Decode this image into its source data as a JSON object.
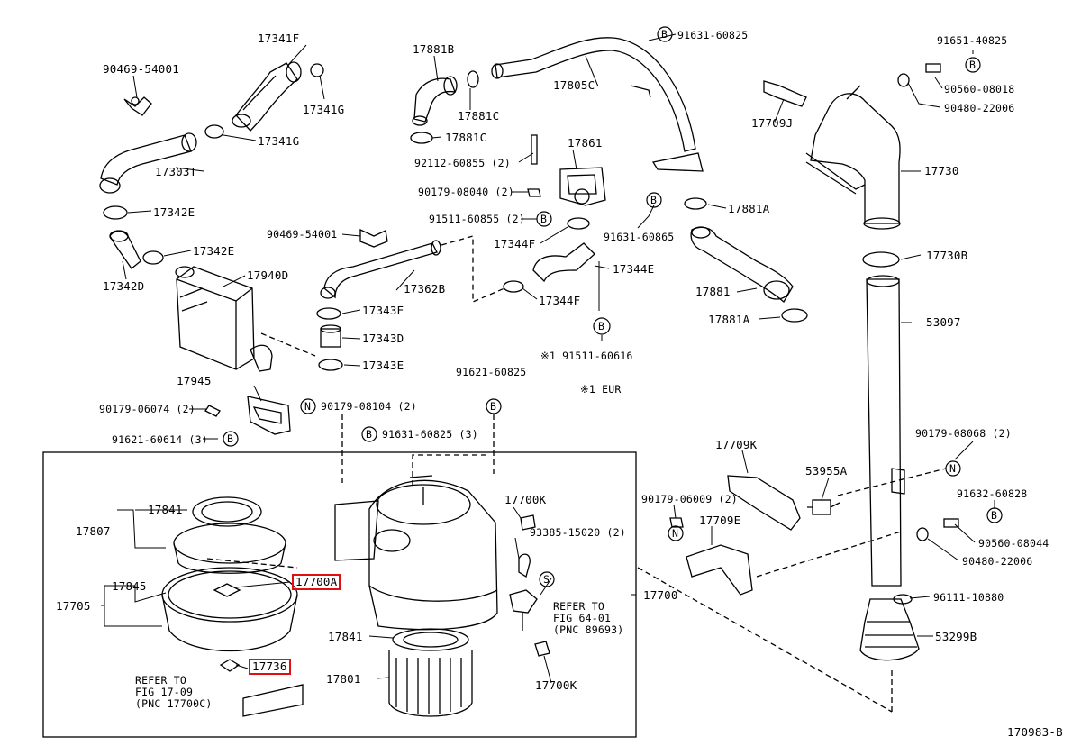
{
  "diagram": {
    "figure_id": "170983-B",
    "highlight_color": "#e01010",
    "labels": {
      "p17341F": "17341F",
      "p90469_54001_a": "90469-54001",
      "p17341G_a": "17341G",
      "p17341G_b": "17341G",
      "p17303T": "17303T",
      "p17342E_a": "17342E",
      "p17342E_b": "17342E",
      "p17342D": "17342D",
      "p17940D": "17940D",
      "p17881B": "17881B",
      "p17881C_a": "17881C",
      "p17881C_b": "17881C",
      "p92112": "92112-60855 (2)",
      "p90179_08040": "90179-08040 (2)",
      "p91511_60855": "91511-60855 (2)",
      "p17344F_a": "17344F",
      "p17344E": "17344E",
      "p17344F_b": "17344F",
      "p90469_54001_b": "90469-54001",
      "p17362B": "17362B",
      "p17343E_a": "17343E",
      "p17343D": "17343D",
      "p17343E_b": "17343E",
      "p17861": "17861",
      "p91631_60825_top": "91631-60825",
      "p17805C": "17805C",
      "p91631_60865": "91631-60865",
      "p17881A_a": "17881A",
      "p17881": "17881",
      "p17881A_b": "17881A",
      "p91511_60616": "※1 91511-60616",
      "p_eur": "※1 EUR",
      "p17709J": "17709J",
      "p91651_40825": "91651-40825",
      "p90560_08018": "90560-08018",
      "p90480_22006_a": "90480-22006",
      "p17730": "17730",
      "p17730B": "17730B",
      "p53097": "53097",
      "p17945": "17945",
      "p90179_06074": "90179-06074 (2)",
      "p91621_60614": "91621-60614 (3)",
      "p90179_08104": "90179-08104 (2)",
      "p91631_60825_b": "91631-60825 (3)",
      "p91621_60825": "91621-60825",
      "p17709K": "17709K",
      "p53955A": "53955A",
      "p90179_08068": "90179-08068 (2)",
      "p91632_60828": "91632-60828",
      "p90179_06009": "90179-06009 (2)",
      "p17709E": "17709E",
      "p90560_08044": "90560-08044",
      "p90480_22006_b": "90480-22006",
      "p96111_10880": "96111-10880",
      "p53299B": "53299B",
      "p17700": "17700",
      "p17841_a": "17841",
      "p17807": "17807",
      "p17845": "17845",
      "p17705": "17705",
      "p17700A": "17700A",
      "p17736": "17736",
      "p_refer1_l1": "REFER TO",
      "p_refer1_l2": "FIG 17-09",
      "p_refer1_l3": "(PNC 17700C)",
      "p17700K_a": "17700K",
      "p93385": "93385-15020 (2)",
      "p_refer2_l1": "REFER TO",
      "p_refer2_l2": "FIG 64-01",
      "p_refer2_l3": "(PNC 89693)",
      "p17841_b": "17841",
      "p17801": "17801",
      "p17700K_b": "17700K"
    },
    "symbols": {
      "b": "B",
      "n": "N",
      "s": "S"
    }
  }
}
